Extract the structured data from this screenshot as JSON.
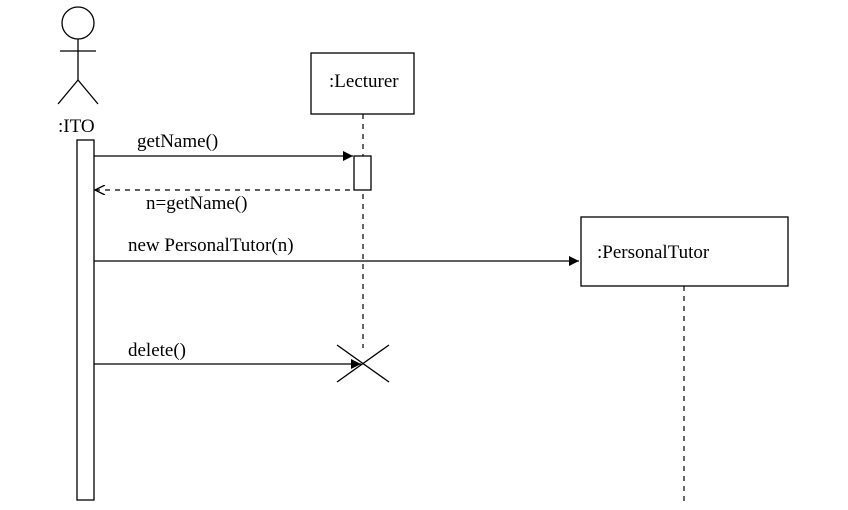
{
  "diagram": {
    "type": "uml-sequence",
    "actor": {
      "label": ":ITO"
    },
    "objects": [
      {
        "label": ":Lecturer"
      },
      {
        "label": ":PersonalTutor"
      }
    ],
    "messages": [
      {
        "label": "getName()",
        "kind": "synchronous-call",
        "from": ":ITO",
        "to": ":Lecturer"
      },
      {
        "label": "n=getName()",
        "kind": "return",
        "from": ":Lecturer",
        "to": ":ITO"
      },
      {
        "label": "new PersonalTutor(n)",
        "kind": "create",
        "from": ":ITO",
        "to": ":PersonalTutor"
      },
      {
        "label": "delete()",
        "kind": "destroy",
        "from": ":ITO",
        "to": ":Lecturer"
      }
    ]
  }
}
